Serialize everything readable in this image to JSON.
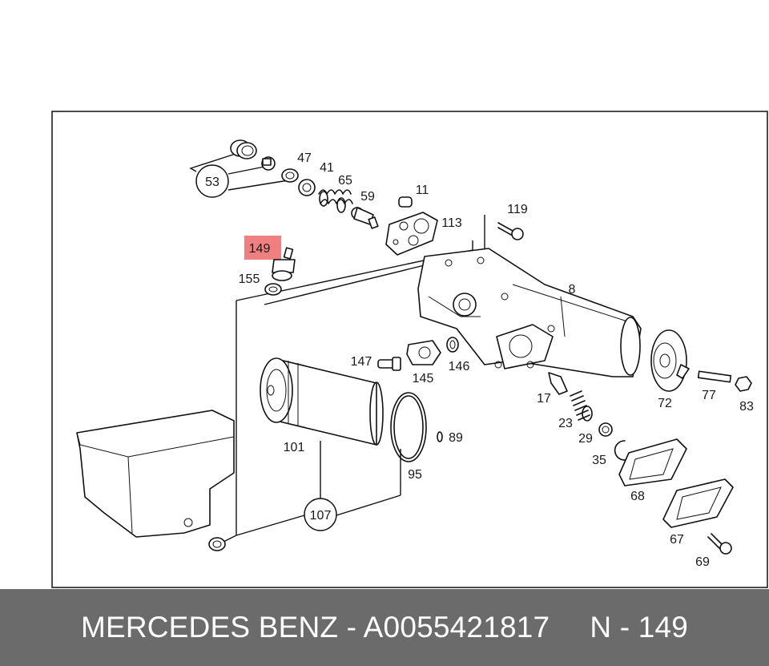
{
  "diagram": {
    "labels": {
      "p53": "53",
      "p47": "47",
      "p41": "41",
      "p65": "65",
      "p59": "59",
      "p11": "11",
      "p113": "113",
      "p119": "119",
      "p149": "149",
      "p155": "155",
      "p8": "8",
      "p147": "147",
      "p145": "145",
      "p146": "146",
      "p17": "17",
      "p72": "72",
      "p77": "77",
      "p83": "83",
      "p23": "23",
      "p29": "29",
      "p35": "35",
      "p101": "101",
      "p89": "89",
      "p95": "95",
      "p107": "107",
      "p68": "68",
      "p67": "67",
      "p69": "69"
    },
    "highlight_color": "#f08080"
  },
  "footer": {
    "brand": "MERCEDES BENZ",
    "separator": " - ",
    "part_number": "A0055421817",
    "position_prefix": "N - ",
    "position": "149",
    "background": "#6b6b6b",
    "text_color": "#ffffff"
  }
}
